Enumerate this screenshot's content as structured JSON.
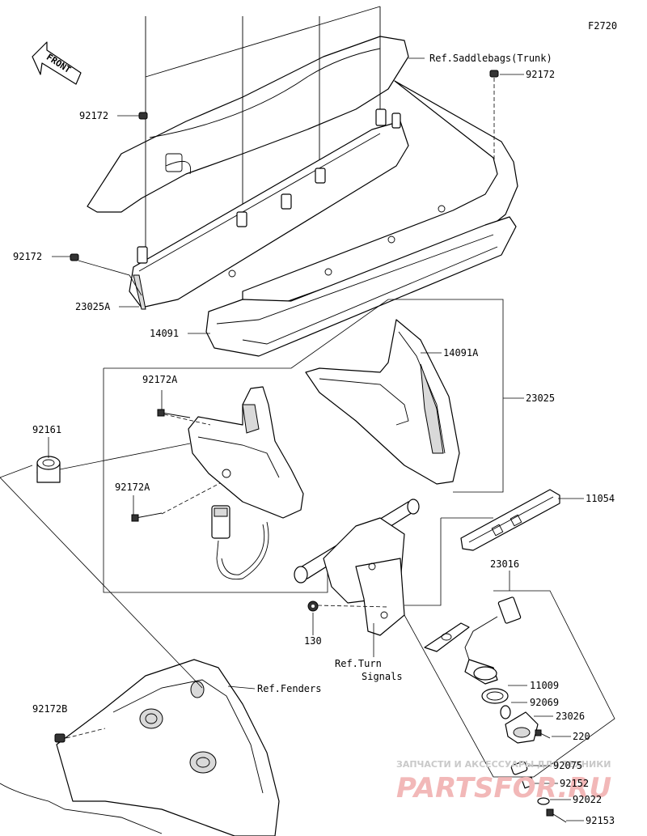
{
  "figure_code": "F2720",
  "front_arrow": "FRONT",
  "labels": {
    "ref_saddlebags": "Ref.Saddlebags(Trunk)",
    "bolt_92172_right": "92172",
    "bolt_92172_left": "92172",
    "bolt_92172_side": "92172",
    "p23025a": "23025A",
    "p14091": "14091",
    "p14091a": "14091A",
    "p23025": "23025",
    "p92172a_top": "92172A",
    "p92172a_bottom": "92172A",
    "p92161": "92161",
    "p11054": "11054",
    "p23016": "23016",
    "p130": "130",
    "ref_turn_1": "Ref.Turn",
    "ref_turn_2": "Signals",
    "p11009": "11009",
    "p92069": "92069",
    "p23026": "23026",
    "p220": "220",
    "ref_fenders": "Ref.Fenders",
    "p92172b": "92172B",
    "p92075": "92075",
    "p92152": "92152",
    "p92022": "92022",
    "p92153": "92153"
  },
  "watermark": {
    "line1": "ЗАПЧАСТИ И АКСЕССУАРЫ ДЛЯ ТЕХНИКИ",
    "line2": "PARTSFOR.RU"
  }
}
